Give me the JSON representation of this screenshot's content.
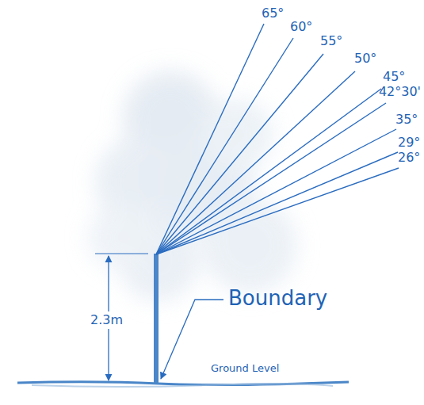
{
  "diagram": {
    "labels": [
      "65°",
      "60°",
      "55°",
      "50°",
      "45°",
      "42°30'",
      "35°",
      "29°",
      "26°",
      "2.3m",
      "Boundary",
      "Ground Level"
    ]
  }
}
